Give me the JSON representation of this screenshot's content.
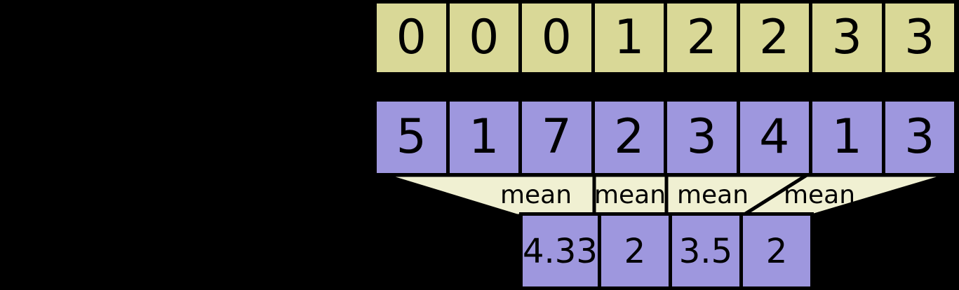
{
  "colors": {
    "background": "#000000",
    "border": "#000000",
    "index_fill": "#d9d897",
    "value_fill": "#9e97de",
    "funnel_fill": "#f0f0d2"
  },
  "index_row": {
    "cells": [
      "0",
      "0",
      "0",
      "1",
      "2",
      "2",
      "3",
      "3"
    ]
  },
  "input_row": {
    "cells": [
      "5",
      "1",
      "7",
      "2",
      "3",
      "4",
      "1",
      "3"
    ]
  },
  "operations": {
    "labels": [
      "mean",
      "mean",
      "mean",
      "mean"
    ]
  },
  "output_row": {
    "cells": [
      "4.33",
      "2",
      "3.5",
      "2"
    ]
  }
}
